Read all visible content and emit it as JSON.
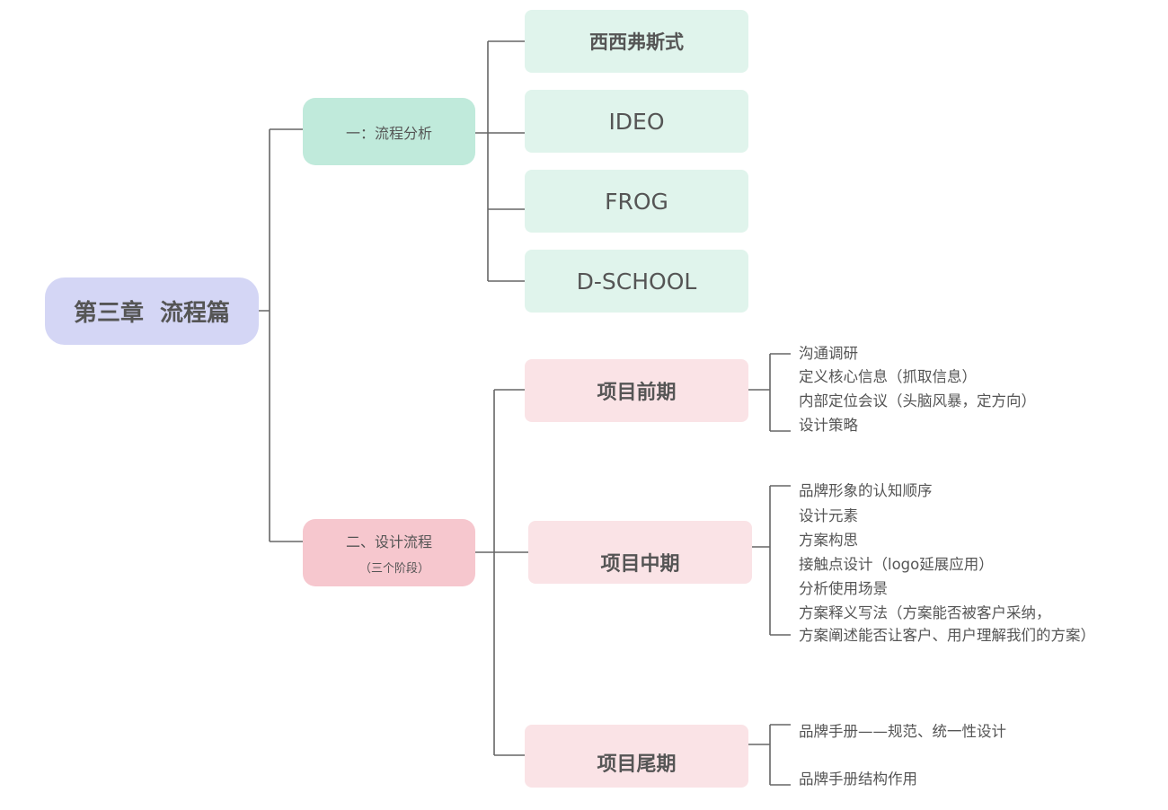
{
  "colors": {
    "root_fill": "#d4d6f5",
    "analysis_fill": "#c0eadb",
    "process_fill": "#f6c7ce",
    "method_fill": "#e0f4ec",
    "stage_fill": "#fae3e6",
    "line": "#666666",
    "text": "#555555"
  },
  "root": {
    "label": "第三章  流程篇"
  },
  "branches": [
    {
      "label": "一：流程分析",
      "children": [
        {
          "label": "西西弗斯式"
        },
        {
          "label": "IDEO"
        },
        {
          "label": "FROG"
        },
        {
          "label": "D-SCHOOL"
        }
      ]
    },
    {
      "label": "二、设计流程",
      "sublabel": "（三个阶段）",
      "children": [
        {
          "label": "项目前期",
          "items": [
            "沟通调研",
            "定义核心信息（抓取信息）",
            "内部定位会议（头脑风暴，定方向）",
            "设计策略"
          ]
        },
        {
          "label": "项目中期",
          "items": [
            "品牌形象的认知顺序",
            "设计元素",
            "方案构思",
            "接触点设计（logo延展应用）",
            "分析使用场景",
            "方案释义写法（方案能否被客户采纳，",
            "方案阐述能否让客户、用户理解我们的方案）"
          ]
        },
        {
          "label": "项目尾期",
          "items": [
            "品牌手册——规范、统一性设计",
            "品牌手册结构作用"
          ]
        }
      ]
    }
  ]
}
